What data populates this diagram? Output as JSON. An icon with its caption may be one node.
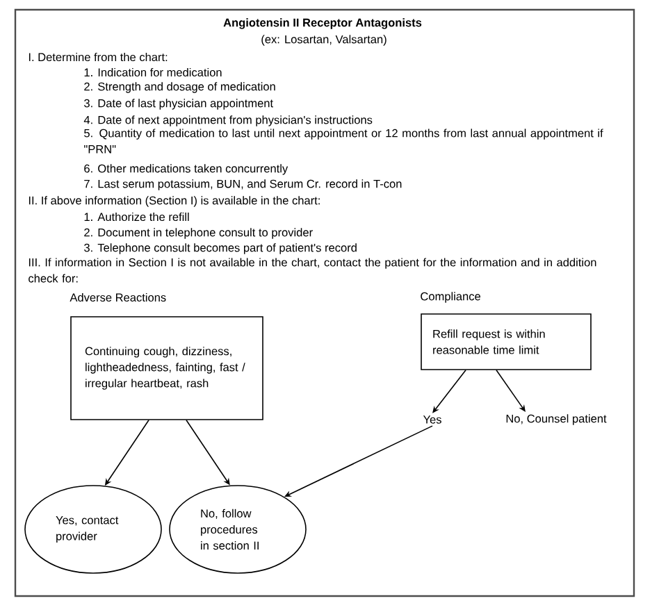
{
  "diagram": {
    "title": "Angiotensin II Receptor Antagonists",
    "nodes": [
      {
        "text": [
          "Adverse Reactions",
          "Continuing cough, dizziness, lightheadedness, fainting, fast / irregular heartbeat, rash"
        ]
      },
      {
        "text": [
          "Compliance",
          "Refill request is within reasonable time limit"
        ]
      },
      {
        "text": [
          "Yes"
        ]
      },
      {
        "text": [
          "No, Counsel patient"
        ]
      },
      {
        "text": [
          "Yes, contact provider"
        ]
      },
      {
        "text": [
          "No, follow procedures in section II"
        ]
      }
    ],
    "edges": [
      {
        "from": 0,
        "to": 4,
        "arrow": "to"
      },
      {
        "from": 0,
        "to": 5,
        "arrow": "to"
      },
      {
        "from": 1,
        "to": 2,
        "arrow": "to"
      },
      {
        "from": 1,
        "to": 3,
        "arrow": "to"
      },
      {
        "from": 2,
        "to": 5,
        "arrow": "to"
      }
    ],
    "labels": [
      "(ex: Losartan, Valsartan)",
      "I. Determine from the chart:",
      "1. Indication for medication",
      "2. Strength and dosage of medication",
      "3. Date of last physician appointment",
      "4. Date of next appointment from physician's instructions",
      "5. Quantity of medication to last until next appointment or 12 months from last annual appointment if \"PRN\"",
      "6. Other medications taken concurrently",
      "7. Last serum potassium, BUN, and Serum Cr. record in T-con",
      "II. If above information (Section I) is available in the chart:",
      "1. Authorize the refill",
      "2. Document in telephone consult to provider",
      "3. Telephone consult becomes part of patient's record",
      "III. If information in Section I is not available in the chart, contact the patient for the information and in addition check for:"
    ]
  }
}
